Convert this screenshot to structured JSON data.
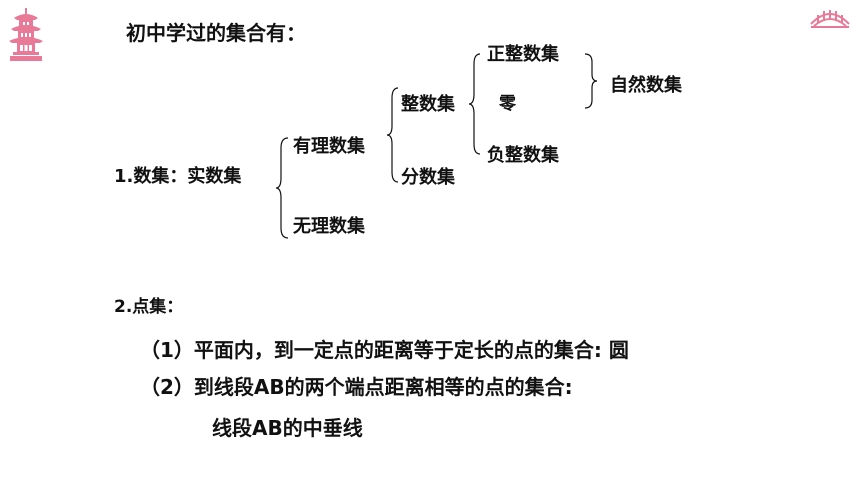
{
  "slide": {
    "title": "初中学过的集合有：",
    "number_set_label": "1.数集：实数集",
    "rational": "有理数集",
    "irrational": "无理数集",
    "integer": "整数集",
    "fraction": "分数集",
    "positive_integer": "正整数集",
    "zero": "零",
    "negative_integer": "负整数集",
    "natural": "自然数集",
    "point_set_label": "2.点集：",
    "item1": "（1）平面内，到一定点的距离等于定长的点的集合: 圆",
    "item2": "（2）到线段AB的两个端点距离相等的点的集合:",
    "item2_answer": "线段AB的中垂线"
  },
  "decor": {
    "left_icon": "pagoda-icon",
    "right_icon": "bridge-icon",
    "accent_color": "#e87a98"
  }
}
